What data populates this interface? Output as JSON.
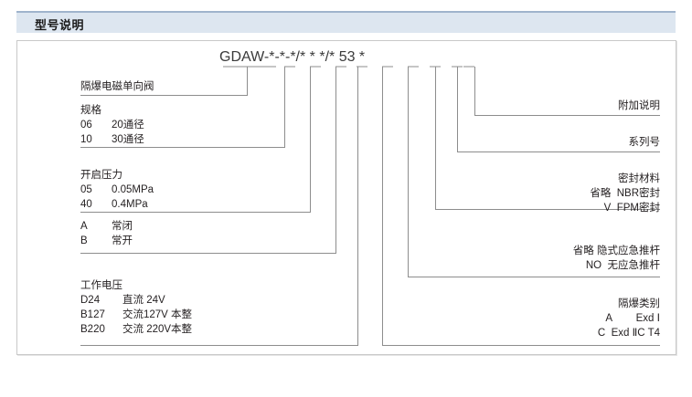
{
  "header": {
    "title": "型号说明"
  },
  "model_code": {
    "base": "GDAW",
    "tokens": [
      "GDAW",
      "-",
      "*",
      "-",
      "*",
      "-",
      "*",
      "/",
      "*",
      "*",
      "*",
      "/",
      "*",
      "53",
      "*"
    ],
    "full": "GDAW-*-*-*/*  *  */* 53 *",
    "series_number": "53"
  },
  "left_groups": [
    {
      "name": "product-name",
      "heading": "隔爆电磁单向阀",
      "rows": []
    },
    {
      "name": "specification",
      "heading": "规格",
      "rows": [
        {
          "code": "06",
          "desc": "20通径"
        },
        {
          "code": "10",
          "desc": "30通径"
        }
      ]
    },
    {
      "name": "opening-pressure",
      "heading": "开启压力",
      "rows": [
        {
          "code": "05",
          "desc": "0.05MPa"
        },
        {
          "code": "40",
          "desc": "0.4MPa"
        }
      ]
    },
    {
      "name": "valve-state",
      "heading": "",
      "rows": [
        {
          "code": "A",
          "desc": "常闭"
        },
        {
          "code": "B",
          "desc": "常开"
        }
      ]
    },
    {
      "name": "working-voltage",
      "heading": "工作电压",
      "rows": [
        {
          "code": "D24",
          "desc": "直流 24V"
        },
        {
          "code": "B127",
          "desc": "交流127V 本整"
        },
        {
          "code": "B220",
          "desc": "交流 220V本整"
        }
      ]
    }
  ],
  "right_groups": [
    {
      "name": "additional-description",
      "heading": "附加说明",
      "rows": []
    },
    {
      "name": "series-number",
      "heading": "系列号",
      "rows": []
    },
    {
      "name": "sealing-material",
      "heading": "密封材料",
      "rows": [
        {
          "code": "省略",
          "desc": "NBR密封"
        },
        {
          "code": "V",
          "desc": "FPM密封"
        }
      ]
    },
    {
      "name": "emergency-push-rod",
      "heading": "",
      "rows": [
        {
          "code": "省略",
          "desc": "隐式应急推杆"
        },
        {
          "code": "NO",
          "desc": "无应急推杆"
        }
      ]
    },
    {
      "name": "explosion-proof-class",
      "heading": "隔爆类别",
      "rows": [
        {
          "code": "A",
          "desc": "Exd Ⅰ"
        },
        {
          "code": "C",
          "desc": "Exd ⅡC T4"
        }
      ]
    }
  ],
  "colors": {
    "header_bg": "#dde6f0",
    "header_border": "#9fb4cc",
    "panel_border": "#c9c9c9",
    "leader_line": "#8d8d8d",
    "text": "#231f20",
    "code_text": "#3a3a3a"
  }
}
